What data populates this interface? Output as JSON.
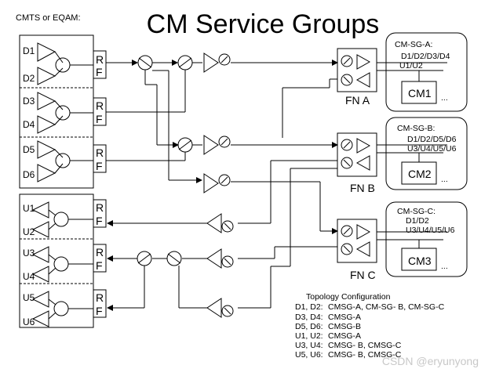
{
  "title": "CM Service Groups",
  "cmts_label": "CMTS or EQAM:",
  "downstream_ports": [
    "D1",
    "D2",
    "D3",
    "D4",
    "D5",
    "D6"
  ],
  "upstream_ports": [
    "U1",
    "U2",
    "U3",
    "U4",
    "U5",
    "U6"
  ],
  "rf_letters": [
    "R",
    "F"
  ],
  "fiber_nodes": [
    "FN A",
    "FN B",
    "FN C"
  ],
  "service_groups": [
    {
      "name": "CM-SG-A:",
      "line1": "D1/D2/D3/D4",
      "line2": "U1/U2",
      "cm": "CM1",
      "more": "..."
    },
    {
      "name": "CM-SG-B:",
      "line1": "D1/D2/D5/D6",
      "line2": "U3/U4/U5/U6",
      "cm": "CM2",
      "more": "..."
    },
    {
      "name": "CM-SG-C:",
      "line1": "D1/D2",
      "line2": "U3/U4/U5/U6",
      "cm": "CM3",
      "more": "..."
    }
  ],
  "topology": {
    "heading": "Topology Configuration",
    "rows": [
      {
        "ports": "D1, D2:",
        "groups": "CMSG-A, CM-SG- B, CM-SG-C"
      },
      {
        "ports": "D3, D4:",
        "groups": "CMSG-A"
      },
      {
        "ports": "D5, D6:",
        "groups": "CMSG-B"
      },
      {
        "ports": "U1, U2:",
        "groups": "CMSG-A"
      },
      {
        "ports": "U3, U4:",
        "groups": "CMSG- B, CMSG-C"
      },
      {
        "ports": "U5, U6:",
        "groups": "CMSG- B, CMSG-C"
      }
    ]
  },
  "watermark": "CSDN @eryunyong"
}
